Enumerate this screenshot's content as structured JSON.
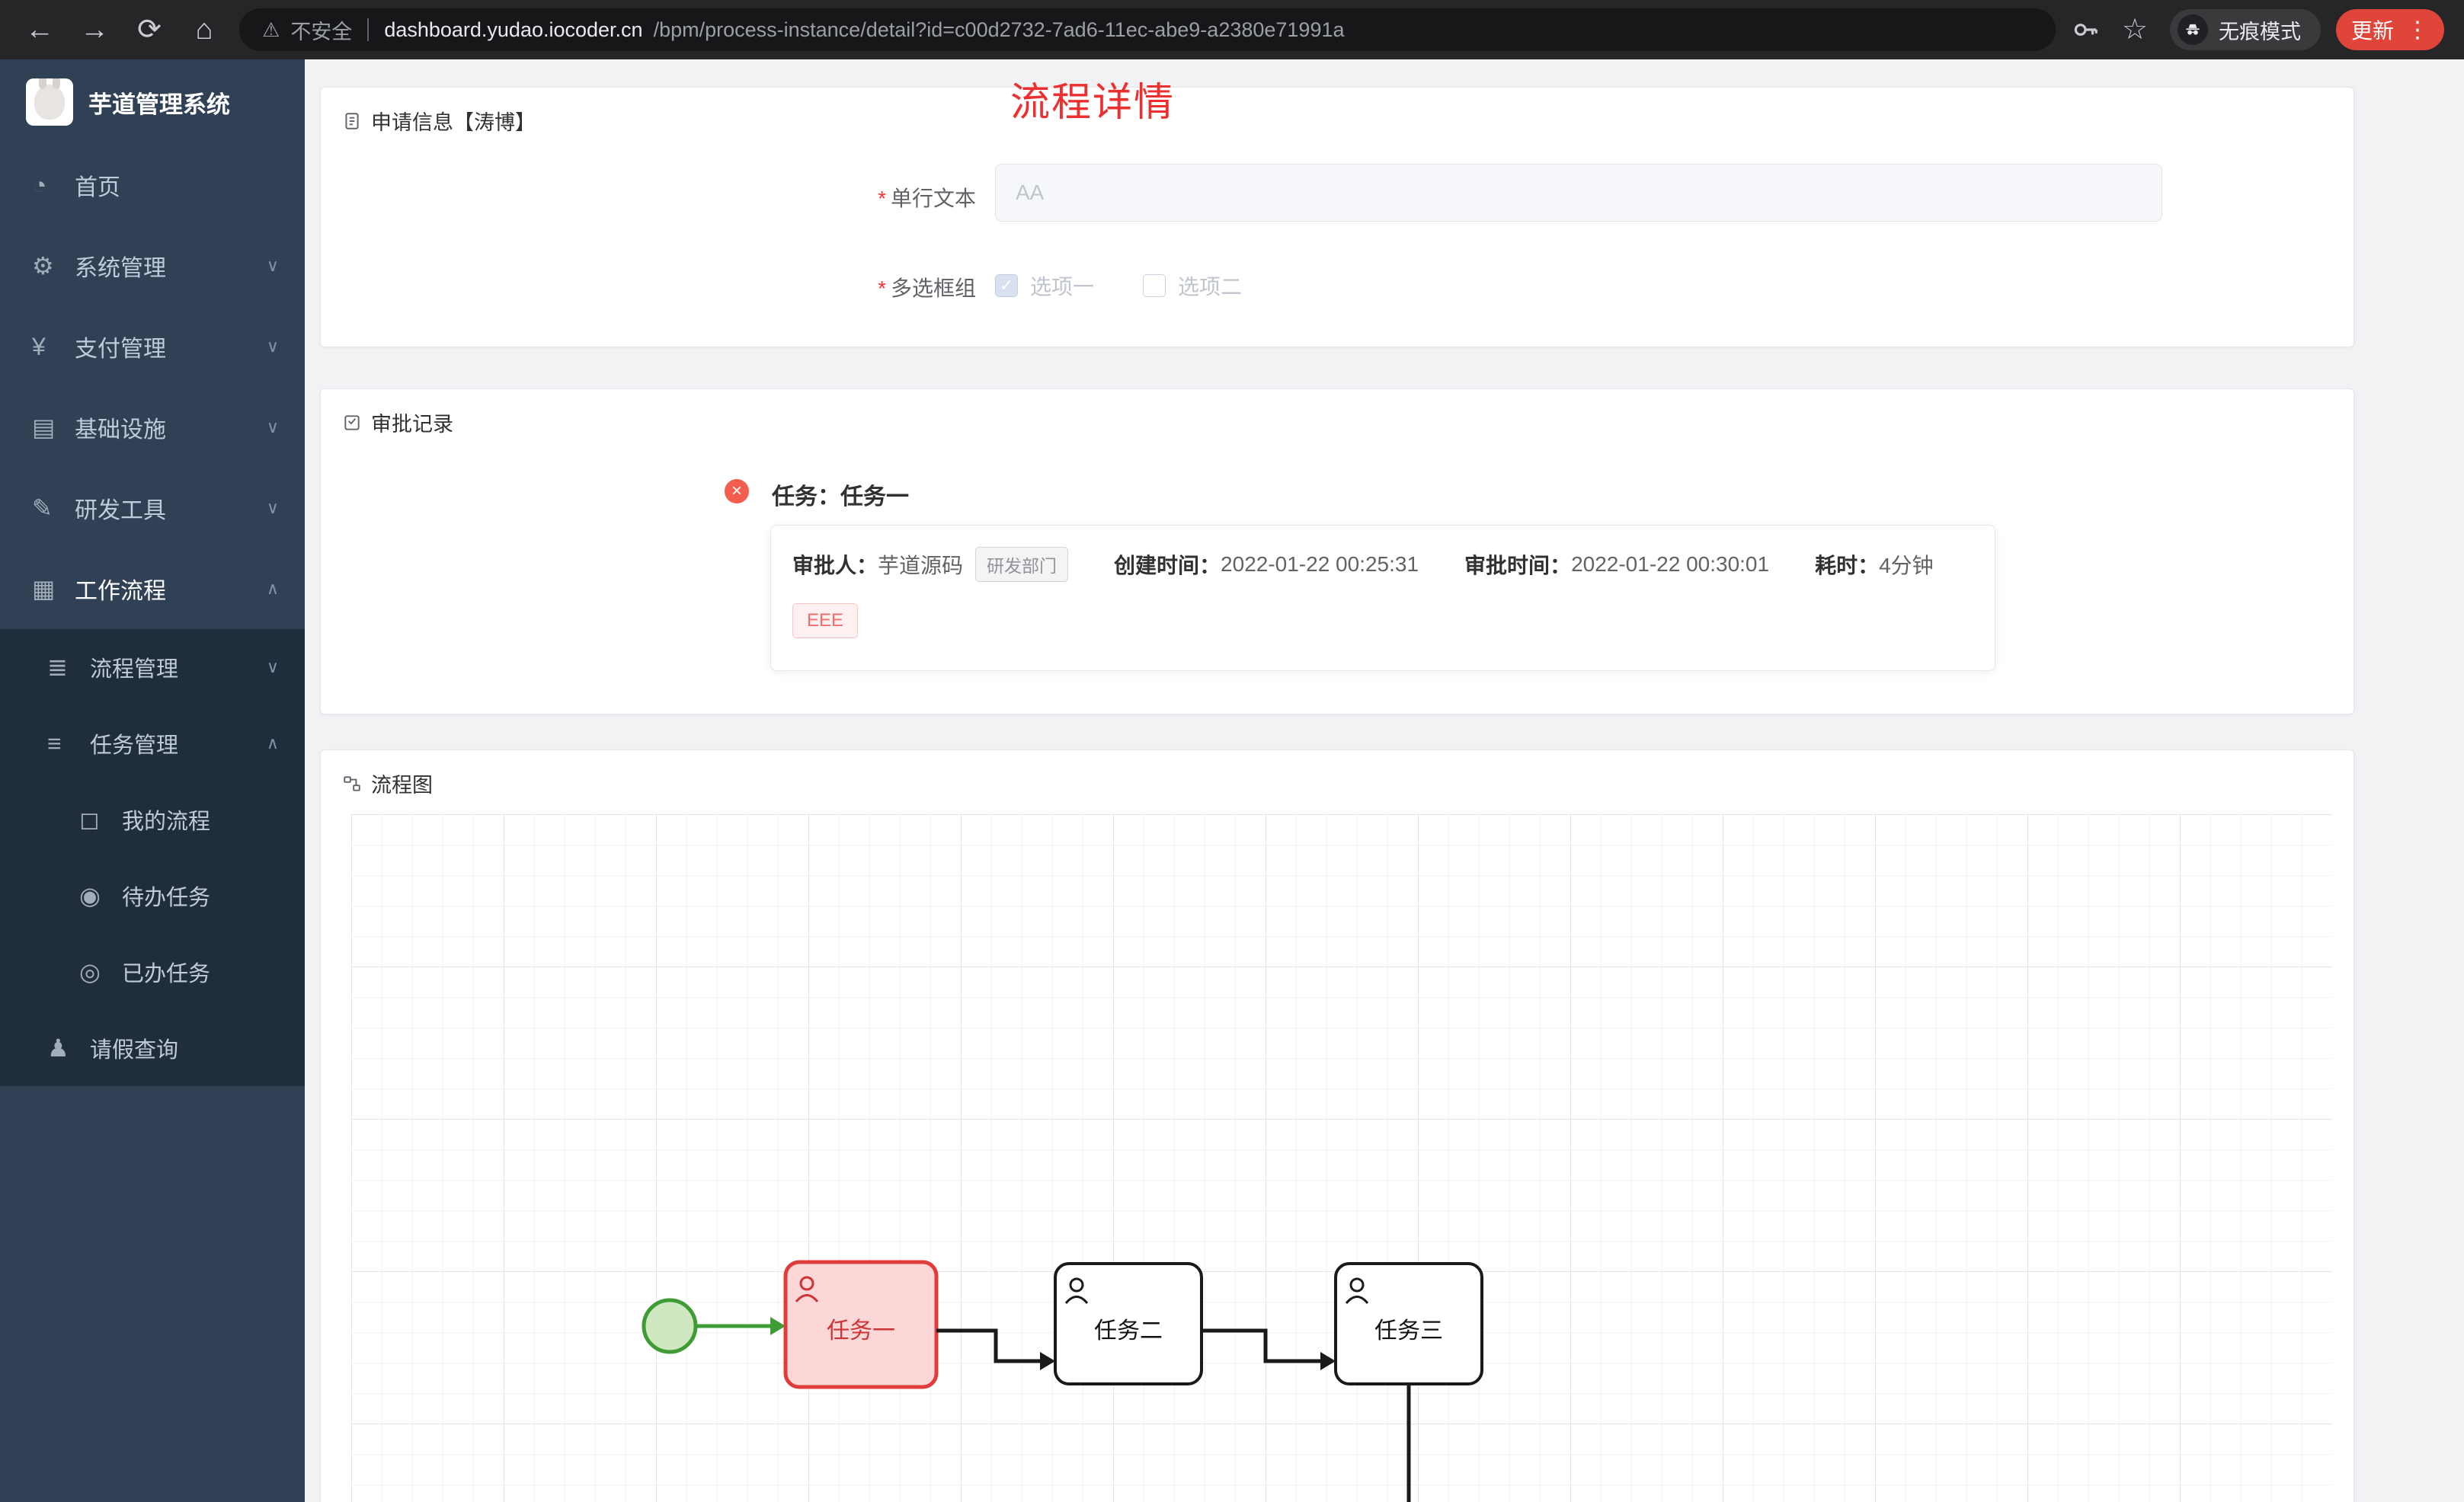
{
  "colors": {
    "accent_red": "#ee2f2f",
    "danger": "#f56c6c",
    "success_green": "#3f9c35",
    "sidebar_bg": "#304156",
    "submenu_bg": "#1f2d3d"
  },
  "icons": {
    "back": "←",
    "forward": "→",
    "reload": "⟳",
    "home": "⌂",
    "warning": "⚠",
    "star": "☆",
    "menu_dots": "⋮",
    "dashboard": "◔",
    "system": "⚙",
    "payment": "¥",
    "infra": "▤",
    "devtools": "✎",
    "workflow": "▦",
    "process": "≣",
    "task": "≡",
    "my_process": "◻",
    "todo": "◉",
    "done": "◎",
    "person": "♟",
    "chev_down": "∨",
    "chev_up": "∧",
    "check": "✓",
    "close": "×"
  },
  "browser": {
    "security_label": "不安全",
    "url_host": "dashboard.yudao.iocoder.cn",
    "url_path": "/bpm/process-instance/detail?id=c00d2732-7ad6-11ec-abe9-a2380e71991a",
    "incognito_label": "无痕模式",
    "update_label": "更新"
  },
  "sidebar": {
    "app_title": "芋道管理系统",
    "menu": [
      {
        "label": "首页"
      },
      {
        "label": "系统管理"
      },
      {
        "label": "支付管理"
      },
      {
        "label": "基础设施"
      },
      {
        "label": "研发工具"
      },
      {
        "label": "工作流程"
      }
    ],
    "submenu": [
      {
        "label": "流程管理"
      },
      {
        "label": "任务管理"
      }
    ],
    "task_children": [
      {
        "label": "我的流程"
      },
      {
        "label": "待办任务"
      },
      {
        "label": "已办任务"
      }
    ],
    "leave_item": {
      "label": "请假查询"
    }
  },
  "page": {
    "title": "流程详情"
  },
  "apply_card": {
    "title": "申请信息【涛博】",
    "required_mark": "*",
    "text_field": {
      "label": "单行文本",
      "placeholder": "AA"
    },
    "checkbox_group": {
      "label": "多选框组",
      "options": [
        {
          "label": "选项一",
          "checked": true
        },
        {
          "label": "选项二",
          "checked": false
        }
      ]
    }
  },
  "approval_card": {
    "title": "审批记录",
    "task_title": "任务：任务一",
    "approver_label": "审批人：",
    "approver_name": "芋道源码",
    "dept_tag": "研发部门",
    "created_label": "创建时间：",
    "created_time": "2022-01-22 00:25:31",
    "approved_label": "审批时间：",
    "approved_time": "2022-01-22 00:30:01",
    "duration_label": "耗时：",
    "duration": "4分钟",
    "comment_tag": "EEE"
  },
  "diagram_card": {
    "title": "流程图",
    "nodes": {
      "task1": "任务一",
      "task2": "任务二",
      "task3": "任务三"
    }
  }
}
